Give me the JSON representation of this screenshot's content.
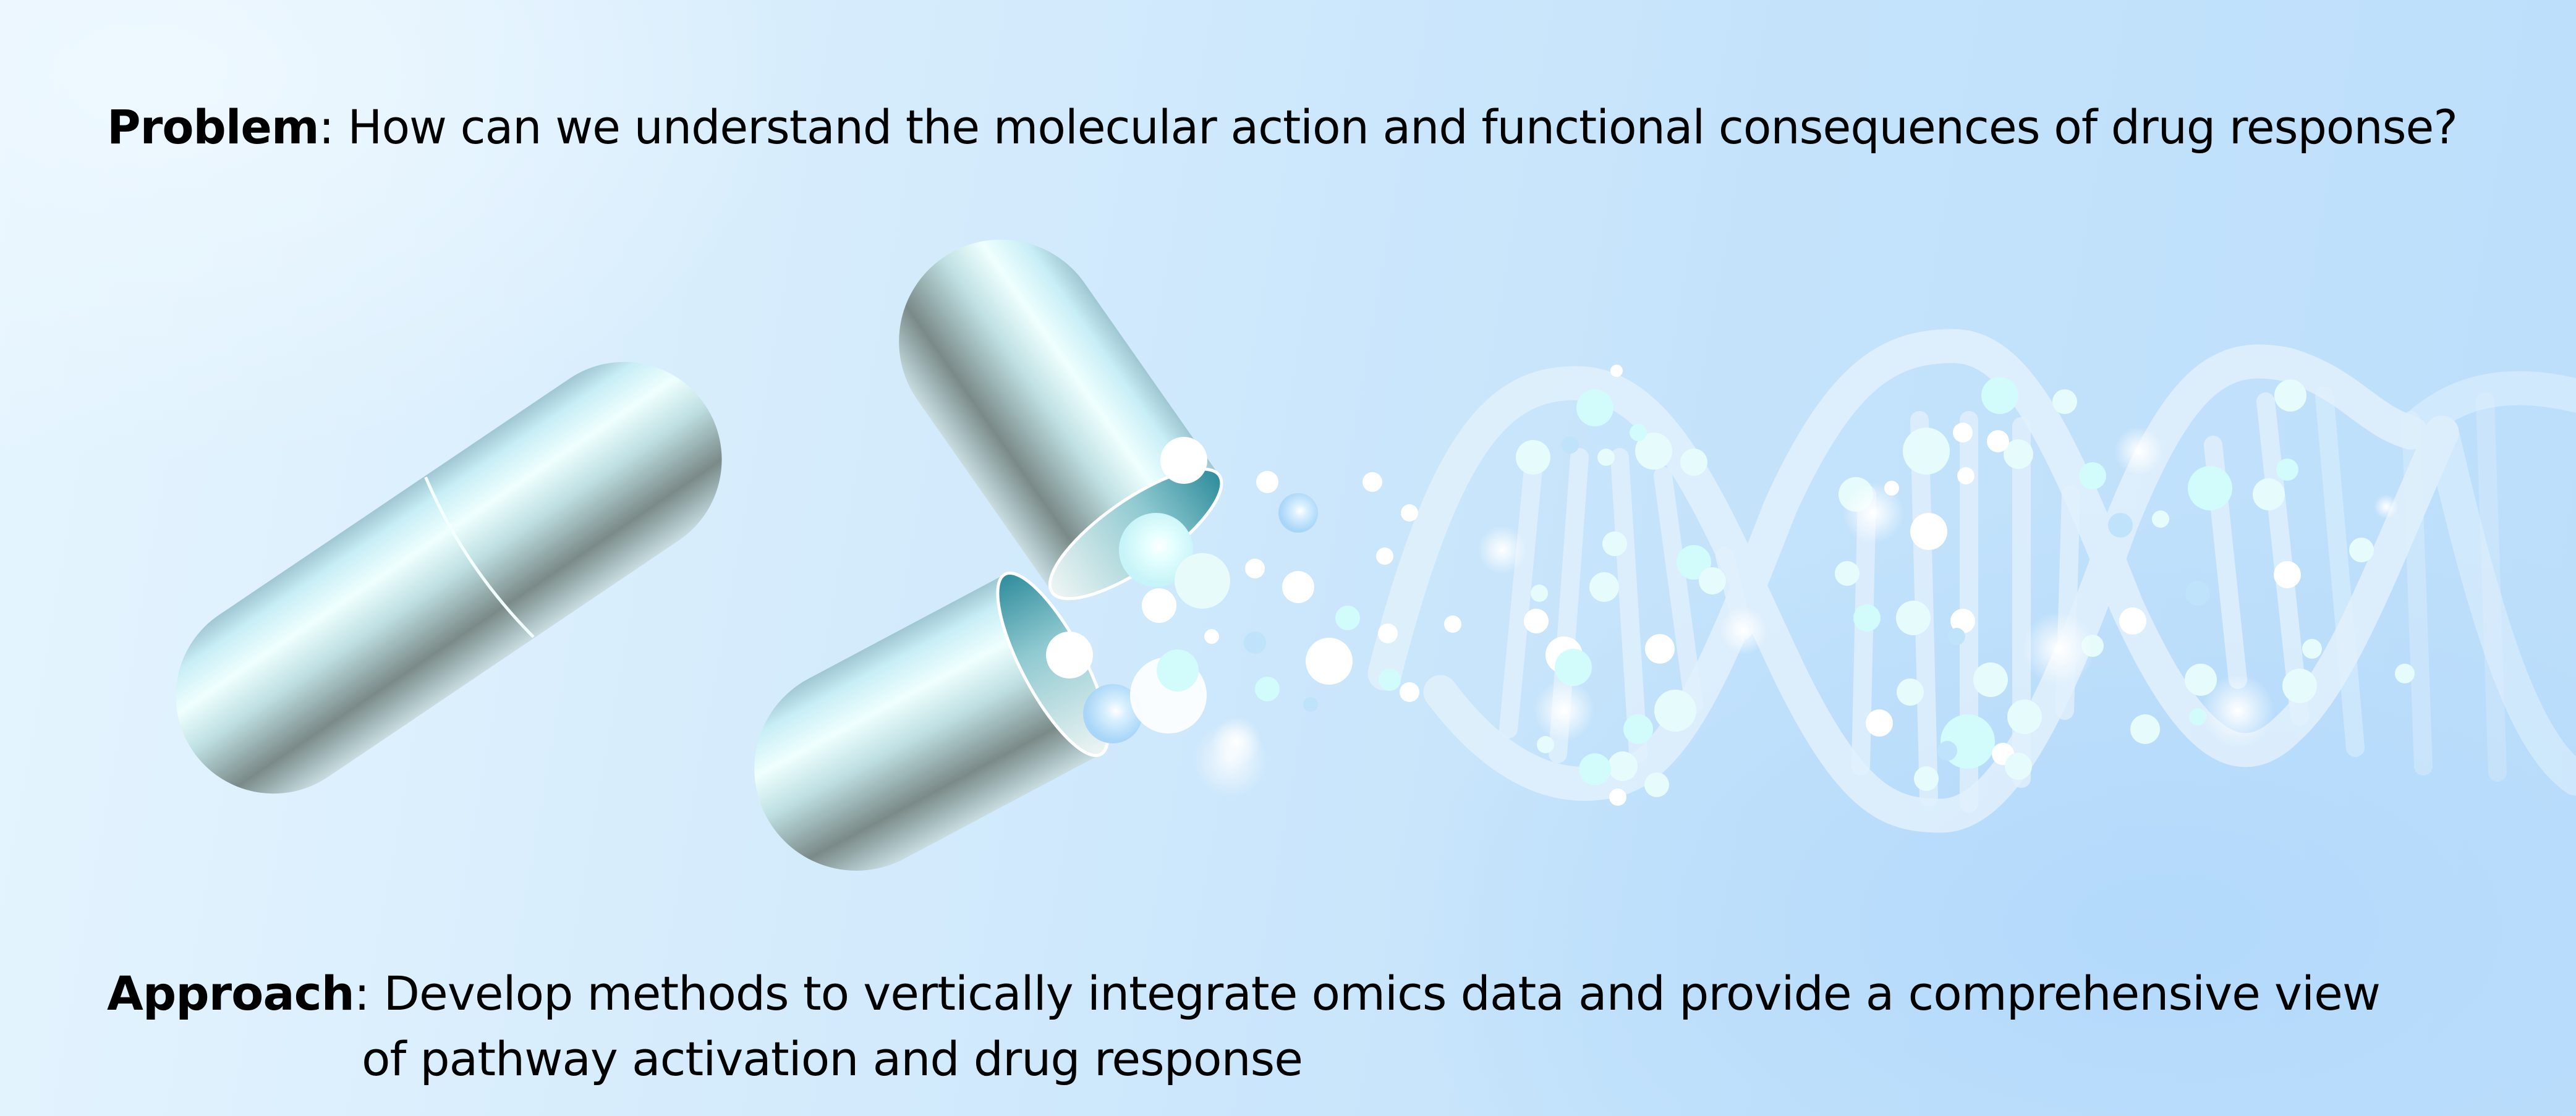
{
  "problem": {
    "label": "Problem",
    "separator": ":",
    "text": " How can we understand the molecular action and functional consequences of drug response?"
  },
  "approach": {
    "label": "Approach",
    "separator": ":",
    "line1": " Develop methods to vertically integrate omics data and provide a comprehensive view",
    "line2": "of pathway activation and drug response"
  },
  "illustration": {
    "elements": [
      "closed-capsule",
      "open-capsule-top-half",
      "open-capsule-bottom-half",
      "released-particles",
      "dna-double-helix"
    ],
    "colors": {
      "background_light": "#e6f5fe",
      "background_deep": "#bcdefb",
      "capsule_highlight": "#effffe",
      "capsule_mid": "#b9dde3",
      "capsule_shadow": "#7a8a88",
      "capsule_inner": "#3f9aa8",
      "dna_strand": "#e2f1fd",
      "particle_white": "#ffffff",
      "particle_cyan": "#d2fbfb",
      "particle_blue": "#bfe3fb"
    }
  }
}
